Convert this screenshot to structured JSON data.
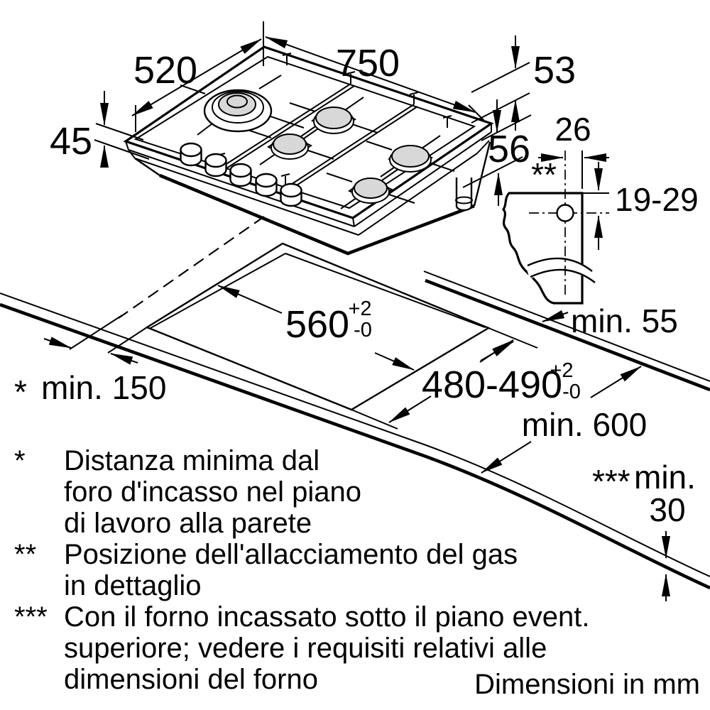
{
  "figure": {
    "hob": {
      "width_label": "750",
      "depth_label": "520",
      "height_label": "45",
      "edge_offset_label": "53",
      "drop_label": "56"
    },
    "gas_detail": {
      "marker": "**",
      "offset_label": "26",
      "depth_range_label": "19-29"
    },
    "cutout": {
      "width_value": "560",
      "width_tol_plus": "+2",
      "width_tol_minus": "-0",
      "depth_value": "480-490",
      "depth_tol_plus": "+2",
      "depth_tol_minus": "-0"
    },
    "clearances": {
      "wall_min": "min. 55",
      "side_marker": "*",
      "side_min": "min. 150",
      "worktop_depth_min": "min. 600",
      "oven_marker": "***",
      "oven_min_prefix": "min.",
      "oven_min_value": "30"
    }
  },
  "footnotes": [
    {
      "marker": "*",
      "lines": [
        "Distanza minima dal",
        "foro d'incasso nel piano",
        "di lavoro alla parete"
      ]
    },
    {
      "marker": "**",
      "lines": [
        "Posizione dell'allacciamento del gas",
        "in dettaglio"
      ]
    },
    {
      "marker": "***",
      "lines": [
        "Con il forno incassato sotto il piano event.",
        "superiore; vedere i requisiti relativi alle",
        "dimensioni del forno"
      ]
    }
  ],
  "units_note": "Dimensioni in mm"
}
